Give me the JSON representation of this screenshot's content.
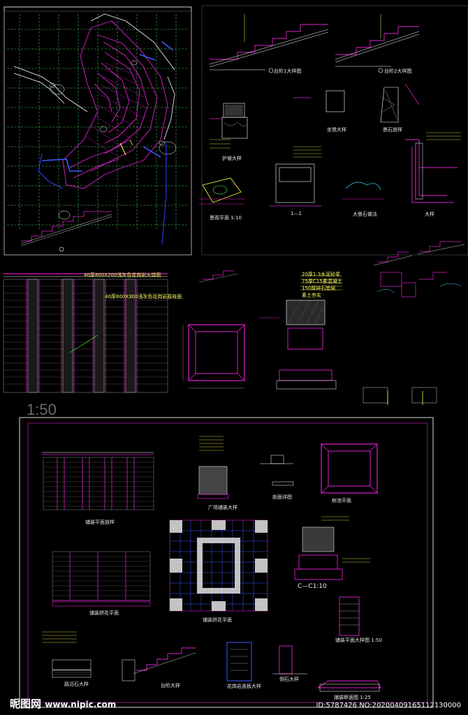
{
  "colors": {
    "bg": "#000000",
    "grid": "#2f7a3a",
    "magenta": "#e01fd0",
    "cyan": "#33d6ff",
    "yellow": "#ffff40",
    "white": "#ffffff",
    "blue": "#3b5bff",
    "green": "#3cff3c"
  },
  "scale_label": "1:50",
  "section_c_label": "C—C1:10",
  "detail_labels": {
    "d1": "台阶1大样图",
    "d2": "台阶2大样图",
    "d3": "护坡大样",
    "d4": "坐凳大样",
    "d5": "景石放样",
    "d6": "大景石做法",
    "d7": "大样",
    "d8": "树池平面",
    "d9": "铺装平面放样",
    "d10": "广场铺装大样",
    "d11": "铺装拼花平面",
    "d12": "路沿石大样",
    "d13": "台阶大样",
    "d14": "花岗岩盖板大样",
    "d15": "侧石大样",
    "d16": "铺装平面大样图 1:50",
    "d17": "铺装断面图 1:25",
    "d18": "1—1",
    "d19": "景观平面 1:10",
    "d20": "剖面详图"
  },
  "spec_lines": {
    "top_note": "40厚800X200浅灰色花岗岩火烧面",
    "second_note": "40厚800X300浅灰色花岗岩荔枝面",
    "layer_1": "20厚1:3水泥砂浆",
    "layer_2": "75厚C15素混凝土",
    "layer_3": "150厚碎石垫层",
    "layer_4": "素土夯实"
  },
  "footer": {
    "logo_main": "昵图网",
    "logo_site": "www.nipic.com",
    "id_text": "ID:5787426 NO:20200409165112130000"
  }
}
